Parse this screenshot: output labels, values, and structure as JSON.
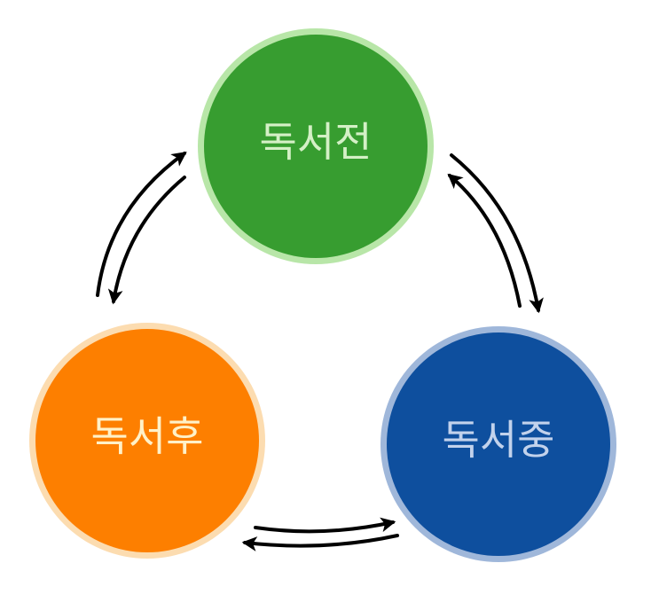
{
  "nodes": [
    {
      "label": "독서전",
      "fill": "#379d30",
      "ring": "#b8e6a8",
      "text_color": "#d4f0c6"
    },
    {
      "label": "독서중",
      "fill": "#0e4f9e",
      "ring": "#9fb7da",
      "text_color": "#c2d2ec"
    },
    {
      "label": "독서후",
      "fill": "#fd7f00",
      "ring": "#fcdcb0",
      "text_color": "#fff1c8"
    }
  ],
  "arrow_color": "#000000",
  "background": "#ffffff"
}
